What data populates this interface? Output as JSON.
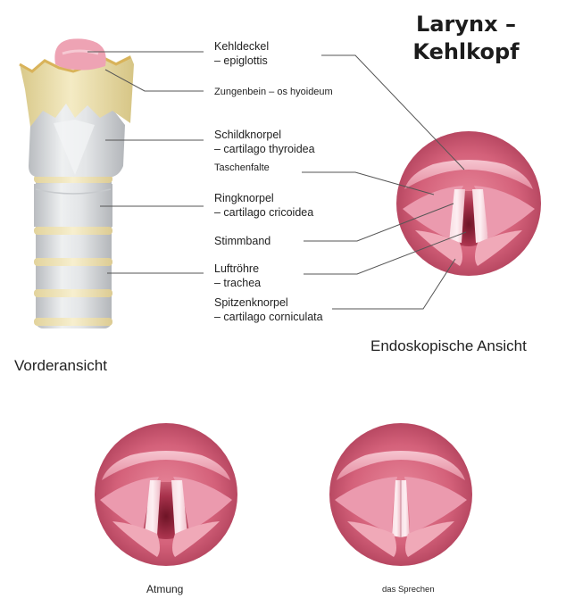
{
  "title": {
    "line1": "Larynx –",
    "line2": "Kehlkopf"
  },
  "labels": {
    "epiglottis_1": "Kehldeckel",
    "epiglottis_2": "– epiglottis",
    "hyoid": "Zungenbein – os hyoideum",
    "thyroid_1": "Schildknorpel",
    "thyroid_2": "– cartilago thyroidea",
    "vestibular_fold": "Taschenfalte",
    "cricoid_1": "Ringknorpel",
    "cricoid_2": "– cartilago cricoidea",
    "vocal_cord": "Stimmband",
    "trachea_1": "Luftröhre",
    "trachea_2": "– trachea",
    "corniculate_1": "Spitzenknorpel",
    "corniculate_2": "– cartilago corniculata"
  },
  "captions": {
    "front_view": "Vorderansicht",
    "endoscopic_view": "Endoskopische Ansicht",
    "breathing": "Atmung",
    "speaking": "das Sprechen"
  },
  "colors": {
    "mucosa": "#d4617a",
    "mucosa_dark": "#a8324c",
    "fold_pink": "#f0a9b8",
    "cartilage_grey": "#d9dcdf",
    "cartilage_yellow": "#f2e3b0",
    "bone_yellow": "#eadba0",
    "epiglottis_pink": "#eea3b4",
    "leader_line": "#555555"
  }
}
